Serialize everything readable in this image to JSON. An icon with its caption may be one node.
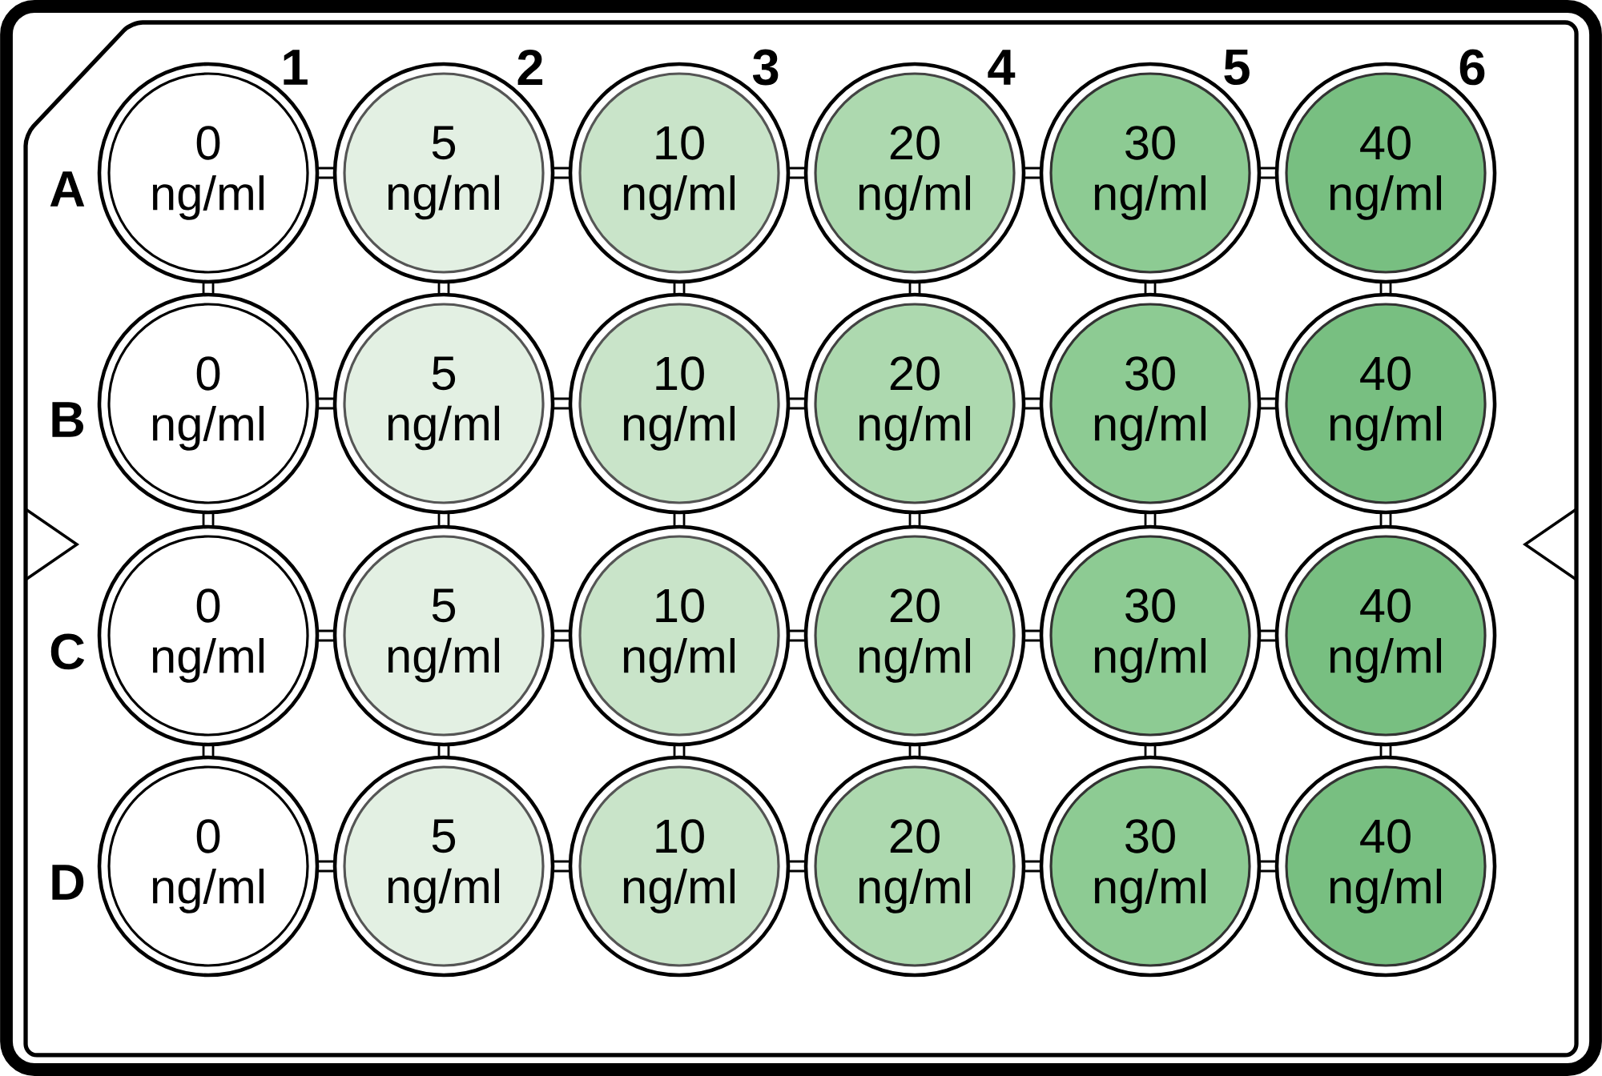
{
  "diagram": {
    "nodes": [
      {
        "text": [
          "0 ng/ml"
        ]
      },
      {
        "text": [
          "5 ng/ml"
        ]
      },
      {
        "text": [
          "10 ng/ml"
        ]
      },
      {
        "text": [
          "20 ng/ml"
        ]
      },
      {
        "text": [
          "30 ng/ml"
        ]
      },
      {
        "text": [
          "40 ng/ml"
        ]
      },
      {
        "text": [
          "0 ng/ml"
        ]
      },
      {
        "text": [
          "5 ng/ml"
        ]
      },
      {
        "text": [
          "10 ng/ml"
        ]
      },
      {
        "text": [
          "20 ng/ml"
        ]
      },
      {
        "text": [
          "30 ng/ml"
        ]
      },
      {
        "text": [
          "40 ng/ml"
        ]
      },
      {
        "text": [
          "0 ng/ml"
        ]
      },
      {
        "text": [
          "5 ng/ml"
        ]
      },
      {
        "text": [
          "10 ng/ml"
        ]
      },
      {
        "text": [
          "20 ng/ml"
        ]
      },
      {
        "text": [
          "30 ng/ml"
        ]
      },
      {
        "text": [
          "40 ng/ml"
        ]
      },
      {
        "text": [
          "0 ng/ml"
        ]
      },
      {
        "text": [
          "5 ng/ml"
        ]
      },
      {
        "text": [
          "10 ng/ml"
        ]
      },
      {
        "text": [
          "20 ng/ml"
        ]
      },
      {
        "text": [
          "30 ng/ml"
        ]
      },
      {
        "text": [
          "40 ng/ml"
        ]
      }
    ],
    "labels": [
      "1",
      "2",
      "3",
      "4",
      "5",
      "6",
      "A",
      "B",
      "C",
      "D"
    ]
  }
}
